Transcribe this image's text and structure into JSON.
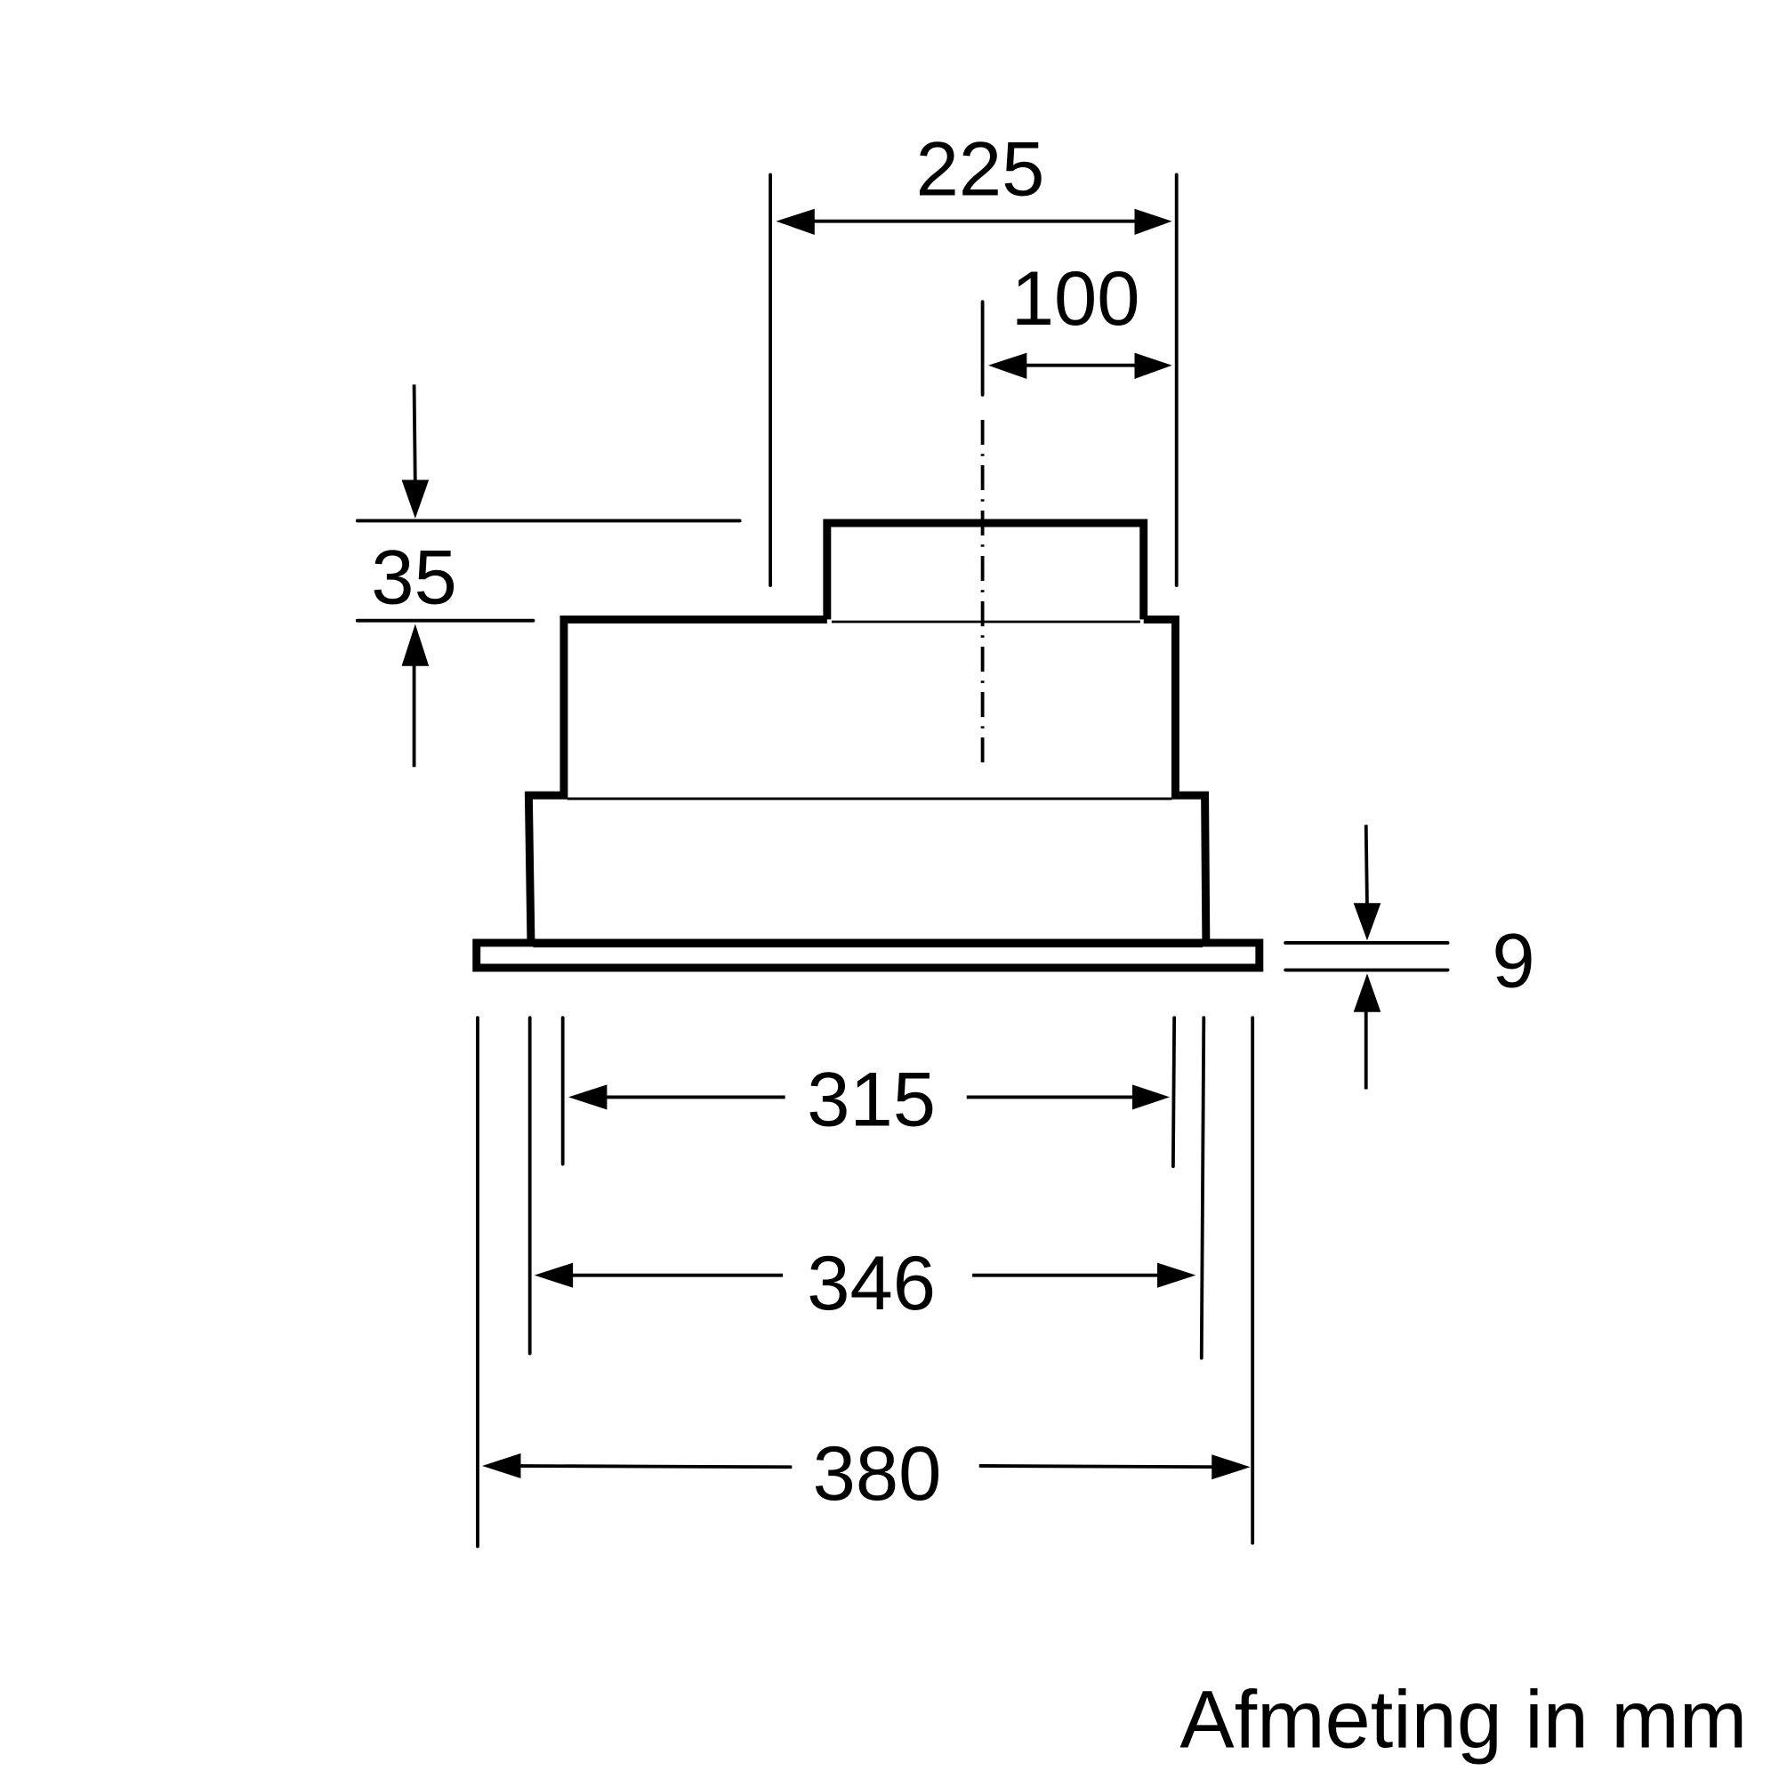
{
  "diagram": {
    "title": "Afmeting in mm",
    "unit": "mm",
    "colors": {
      "line": "#000000",
      "background": "#ffffff"
    },
    "dimensions": {
      "top_outlet_offset_width": "225",
      "outlet_center_offset": "100",
      "top_step_height": "35",
      "flange_thickness": "9",
      "inner_width": "315",
      "middle_width": "346",
      "overall_width": "380"
    }
  }
}
